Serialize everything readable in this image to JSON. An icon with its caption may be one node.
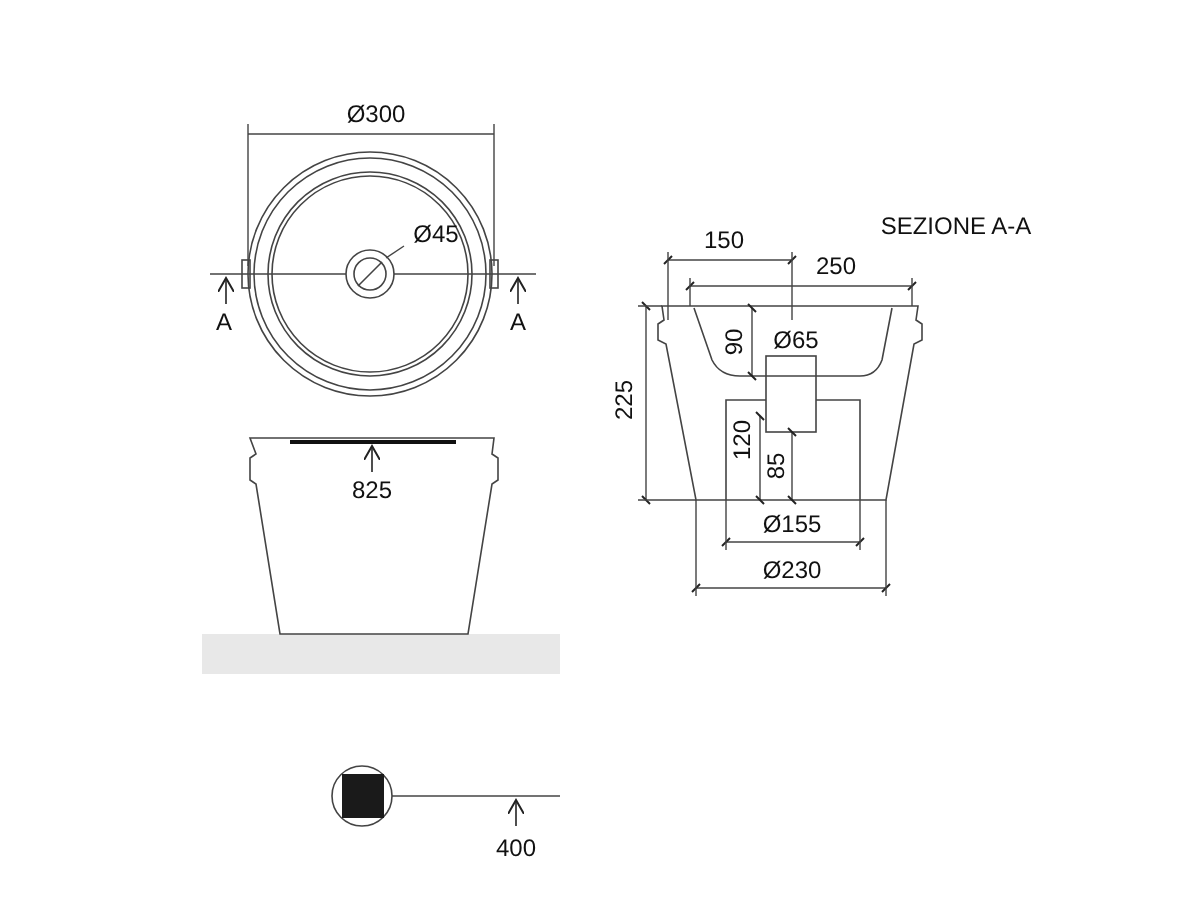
{
  "diagram": {
    "nodes": [
      {
        "text": [
          "Ø45"
        ]
      },
      {
        "text": [],
        "shape": "circle"
      }
    ],
    "edges": [
      {
        "from": 0,
        "to": 1,
        "arrow": "none"
      }
    ],
    "labels": [
      "Ø300",
      "A",
      "A",
      "SEZIONE A-A",
      "150",
      "250",
      "90",
      "Ø65",
      "225",
      "120",
      "85",
      "Ø155",
      "Ø230",
      "825",
      "400"
    ]
  }
}
